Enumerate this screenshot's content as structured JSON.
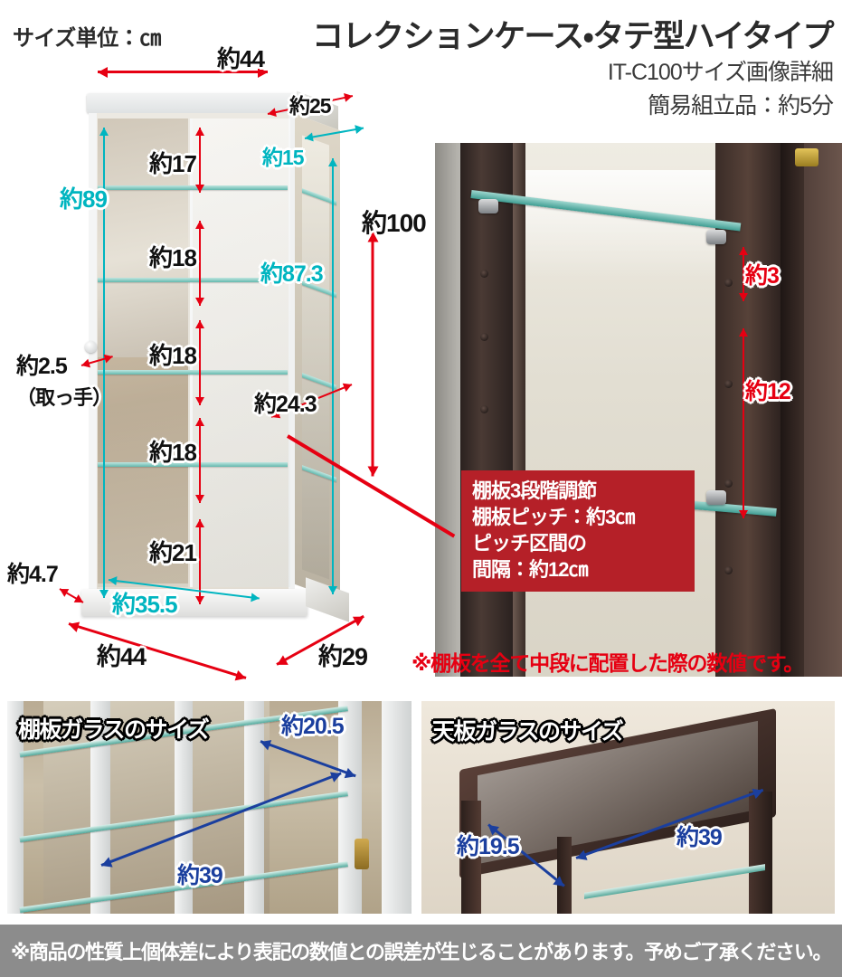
{
  "header": {
    "unit_label": "サイズ単位：㎝",
    "title": "コレクションケース・タテ型ハイタイプ",
    "subtitle": "IT-C100サイズ画像詳細",
    "assembly": "簡易組立品：約5分"
  },
  "main_photo": {
    "dimensions": {
      "top_width": "約44",
      "top_depth": "約25",
      "total_height": "約100",
      "inner_height": "約89",
      "inner_depth_side": "約15",
      "door_glass_height": "約87.3",
      "shelf_gap_1": "約17",
      "shelf_gap_2": "約18",
      "shelf_gap_3": "約18",
      "shelf_gap_4": "約18",
      "shelf_gap_5": "約21",
      "knob_depth": "約2.5",
      "knob_label": "（取っ手）",
      "inner_width": "約35.5",
      "inner_depth": "約24.3",
      "base_height": "約4.7",
      "base_width": "約44",
      "base_depth": "約29"
    }
  },
  "hinge_photo": {
    "pitch_small": "約3",
    "pitch_span": "約12",
    "callout": {
      "line1": "棚板3段階調節",
      "line2": "棚板ピッチ：約3㎝",
      "line3": "ピッチ区間の",
      "line4": "間隔：約12㎝"
    }
  },
  "shelf_note": "※棚板を全て中段に配置した際の数値です。",
  "shelf_glass_photo": {
    "caption": "棚板ガラスのサイズ",
    "depth": "約20.5",
    "width": "約39"
  },
  "top_glass_photo": {
    "caption": "天板ガラスのサイズ",
    "depth": "約19.5",
    "width": "約39"
  },
  "footer": {
    "disclaimer": "※商品の性質上個体差により表記の数値との誤差が生じることがあります。予めご了承ください。"
  },
  "colors": {
    "red": "#e60012",
    "teal": "#00b5c0",
    "blue": "#1b3f9e",
    "callout_bg": "#b52028",
    "footer_bg": "#8c8c8c"
  }
}
